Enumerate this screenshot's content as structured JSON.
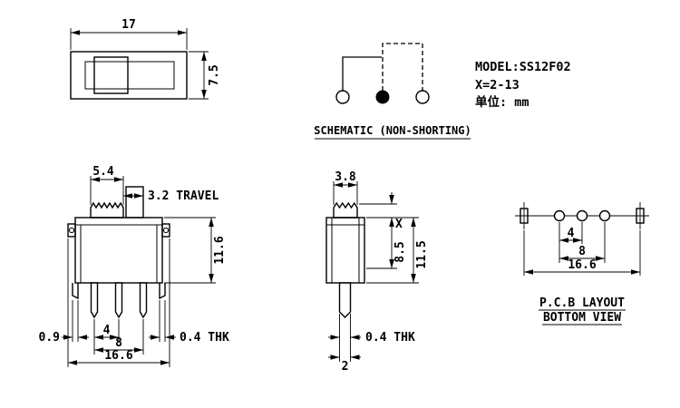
{
  "drawing": {
    "info": {
      "model": "MODEL:SS12F02",
      "x_range": "X=2-13",
      "unit": "单位: mm"
    },
    "schematic": {
      "title": "SCHEMATIC (NON-SHORTING)"
    },
    "top_view": {
      "dim_width": "17",
      "dim_height": "7.5"
    },
    "front_view": {
      "dim_knob": "5.4",
      "dim_travel": "3.2 TRAVEL",
      "dim_height": "11.6",
      "dim_tab": "0.9",
      "dim_pitch": "4",
      "dim_span": "8",
      "dim_total": "16.6",
      "dim_thickness": "0.4 THK"
    },
    "side_view": {
      "dim_knob": "3.8",
      "dim_x": "X",
      "dim_upper": "8.5",
      "dim_height": "11.5",
      "dim_thickness": "0.4 THK",
      "dim_pin_width": "2"
    },
    "pcb": {
      "dim_pitch": "4",
      "dim_span": "8",
      "dim_total": "16.6",
      "label_line1": "P.C.B LAYOUT",
      "label_line2": "BOTTOM VIEW"
    },
    "style": {
      "line_color": "#000000",
      "background": "#ffffff"
    }
  }
}
